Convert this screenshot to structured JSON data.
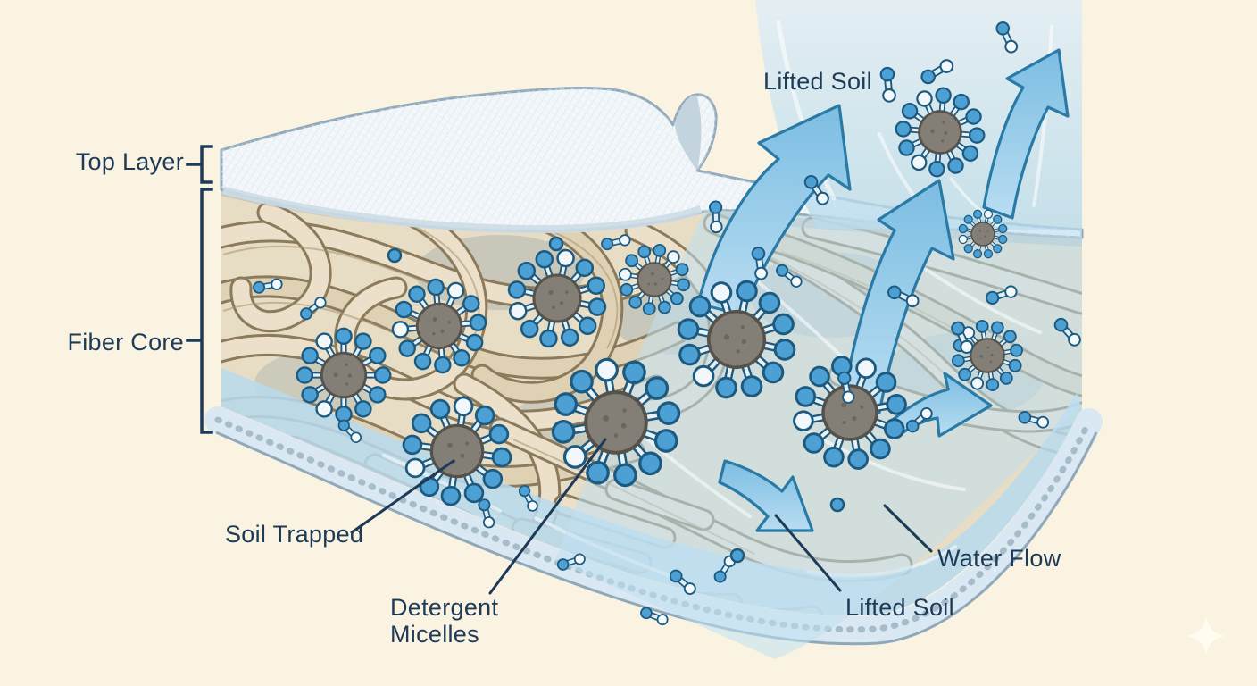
{
  "figure": {
    "type": "illustration",
    "subject": "Cross-section of fabric during washing: detergent micelles trap soil in the fiber core and water flow lifts it away"
  },
  "labels": {
    "top_layer": "Top Layer",
    "fiber_core": "Fiber Core",
    "soil_trapped": "Soil Trapped",
    "detergent_micelles": [
      "Detergent",
      "Micelles"
    ],
    "lifted_soil_top": "Lifted Soil",
    "lifted_soil_bottom": "Lifted Soil",
    "water_flow": "Water Flow"
  },
  "palette": {
    "background": "#faf3e2",
    "label_text": "#1d3a56",
    "fiber_light": "#ece0ca",
    "fiber_mid": "#dfd1b4",
    "fiber_outline": "#8b7a5c",
    "water_light": "#d8ecf7",
    "water_mid": "#b7dbee",
    "arrow_outline": "#2a7aa6",
    "micelle_head_blue": "#4da0d4",
    "micelle_head_white": "#f2f7fb",
    "micelle_outline": "#1c5a80",
    "soil_gray": "#837e76",
    "sheet_white": "#f3f7fa",
    "sheet_outline": "#93aabc",
    "sparkle": "#fffdf2"
  },
  "icons": {
    "micelle": "detergent-micelle-icon",
    "water_molecule": "water-molecule-icon",
    "flow_arrow": "water-flow-arrow-icon",
    "sparkle": "sparkle-icon"
  }
}
